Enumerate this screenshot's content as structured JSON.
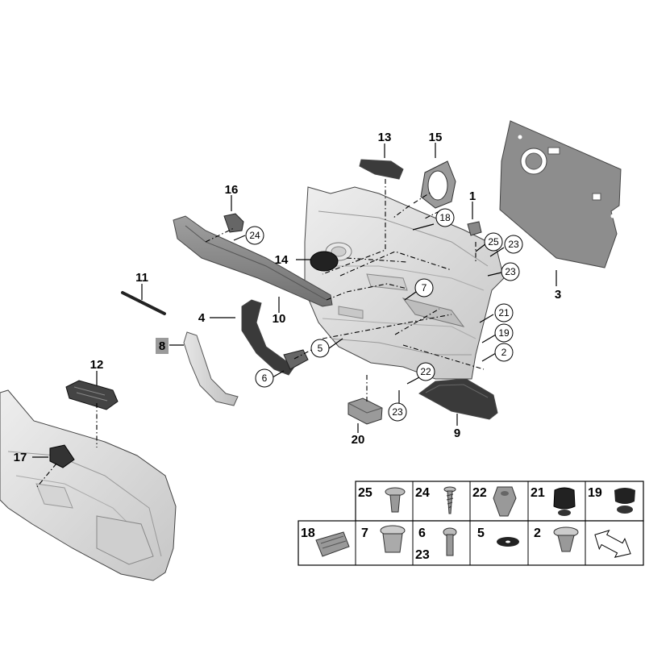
{
  "callouts": {
    "p1": "1",
    "p2": "2",
    "p3": "3",
    "p4": "4",
    "p5": "5",
    "p6": "6",
    "p7": "7",
    "p8": "8",
    "p9": "9",
    "p10": "10",
    "p11": "11",
    "p12": "12",
    "p13": "13",
    "p14": "14",
    "p15": "15",
    "p16": "16",
    "p17": "17",
    "p18": "18",
    "p19": "19",
    "p20": "20",
    "p21": "21",
    "p22": "22",
    "p23a": "23",
    "p23b": "23",
    "p23c": "23",
    "p24": "24",
    "p25": "25"
  },
  "fastener_table": {
    "row1": [
      "25",
      "24",
      "22",
      "21",
      "19"
    ],
    "row2": [
      "18",
      "7",
      "6",
      "5",
      "2"
    ],
    "row2_extra": "23"
  },
  "colors": {
    "panel_light": "#dcdcdc",
    "panel_mid": "#bdbdbd",
    "panel_dark": "#6f6f6f",
    "part_black": "#2a2a2a",
    "sheet_gray": "#8a8a8a"
  }
}
